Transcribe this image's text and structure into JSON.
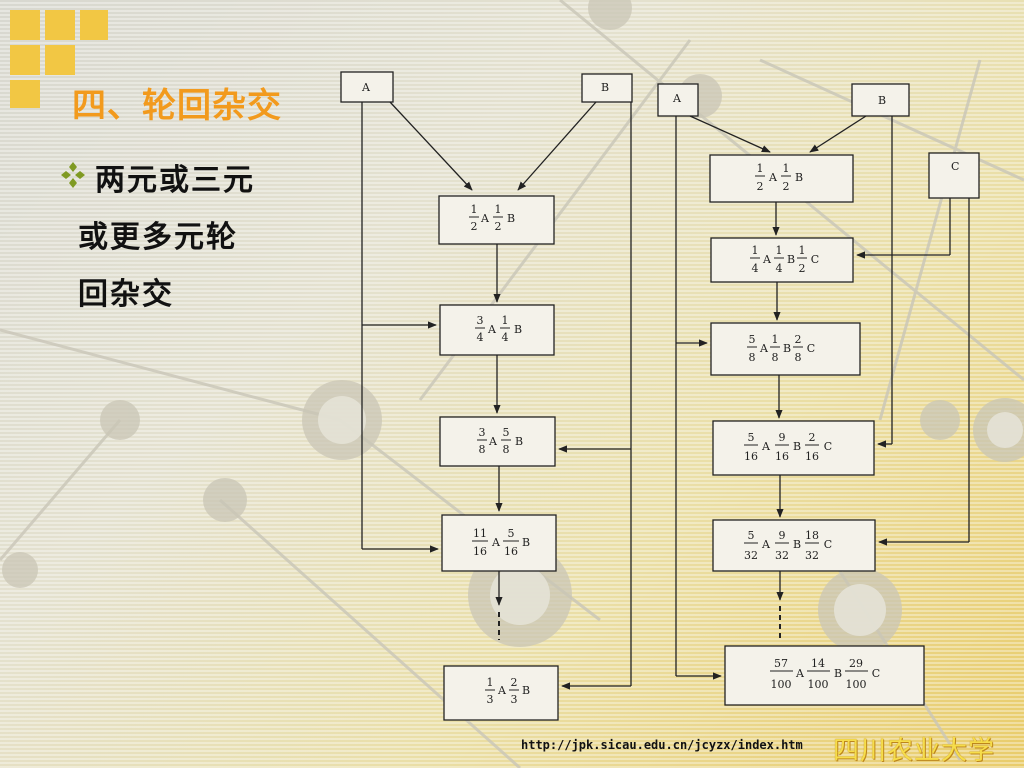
{
  "slide": {
    "title": "四、轮回杂交",
    "body_lines": [
      "两元或三元",
      "或更多元轮",
      "回杂交"
    ],
    "url": "http://jpk.sicau.edu.cn/jcyzx/index.htm",
    "logo": "四川农业大学"
  },
  "diagram_left": {
    "parents": [
      "A",
      "B"
    ],
    "generations": [
      {
        "a_num": "1",
        "a_den": "2",
        "b_num": "1",
        "b_den": "2"
      },
      {
        "a_num": "3",
        "a_den": "4",
        "b_num": "1",
        "b_den": "4"
      },
      {
        "a_num": "3",
        "a_den": "8",
        "b_num": "5",
        "b_den": "8"
      },
      {
        "a_num": "11",
        "a_den": "16",
        "b_num": "5",
        "b_den": "16"
      },
      {
        "a_num": "1",
        "a_den": "3",
        "b_num": "2",
        "b_den": "3"
      }
    ]
  },
  "diagram_right": {
    "parents": [
      "A",
      "B",
      "C"
    ],
    "generations": [
      {
        "a_num": "1",
        "a_den": "2",
        "b_num": "1",
        "b_den": "2"
      },
      {
        "a_num": "1",
        "a_den": "4",
        "b_num": "1",
        "b_den": "4",
        "c_num": "1",
        "c_den": "2"
      },
      {
        "a_num": "5",
        "a_den": "8",
        "b_num": "1",
        "b_den": "8",
        "c_num": "2",
        "c_den": "8"
      },
      {
        "a_num": "5",
        "a_den": "16",
        "b_num": "9",
        "b_den": "16",
        "c_num": "2",
        "c_den": "16"
      },
      {
        "a_num": "5",
        "a_den": "32",
        "b_num": "9",
        "b_den": "32",
        "c_num": "18",
        "c_den": "32"
      },
      {
        "a_num": "57",
        "a_den": "100",
        "b_num": "14",
        "b_den": "100",
        "c_num": "29",
        "c_den": "100"
      }
    ]
  }
}
